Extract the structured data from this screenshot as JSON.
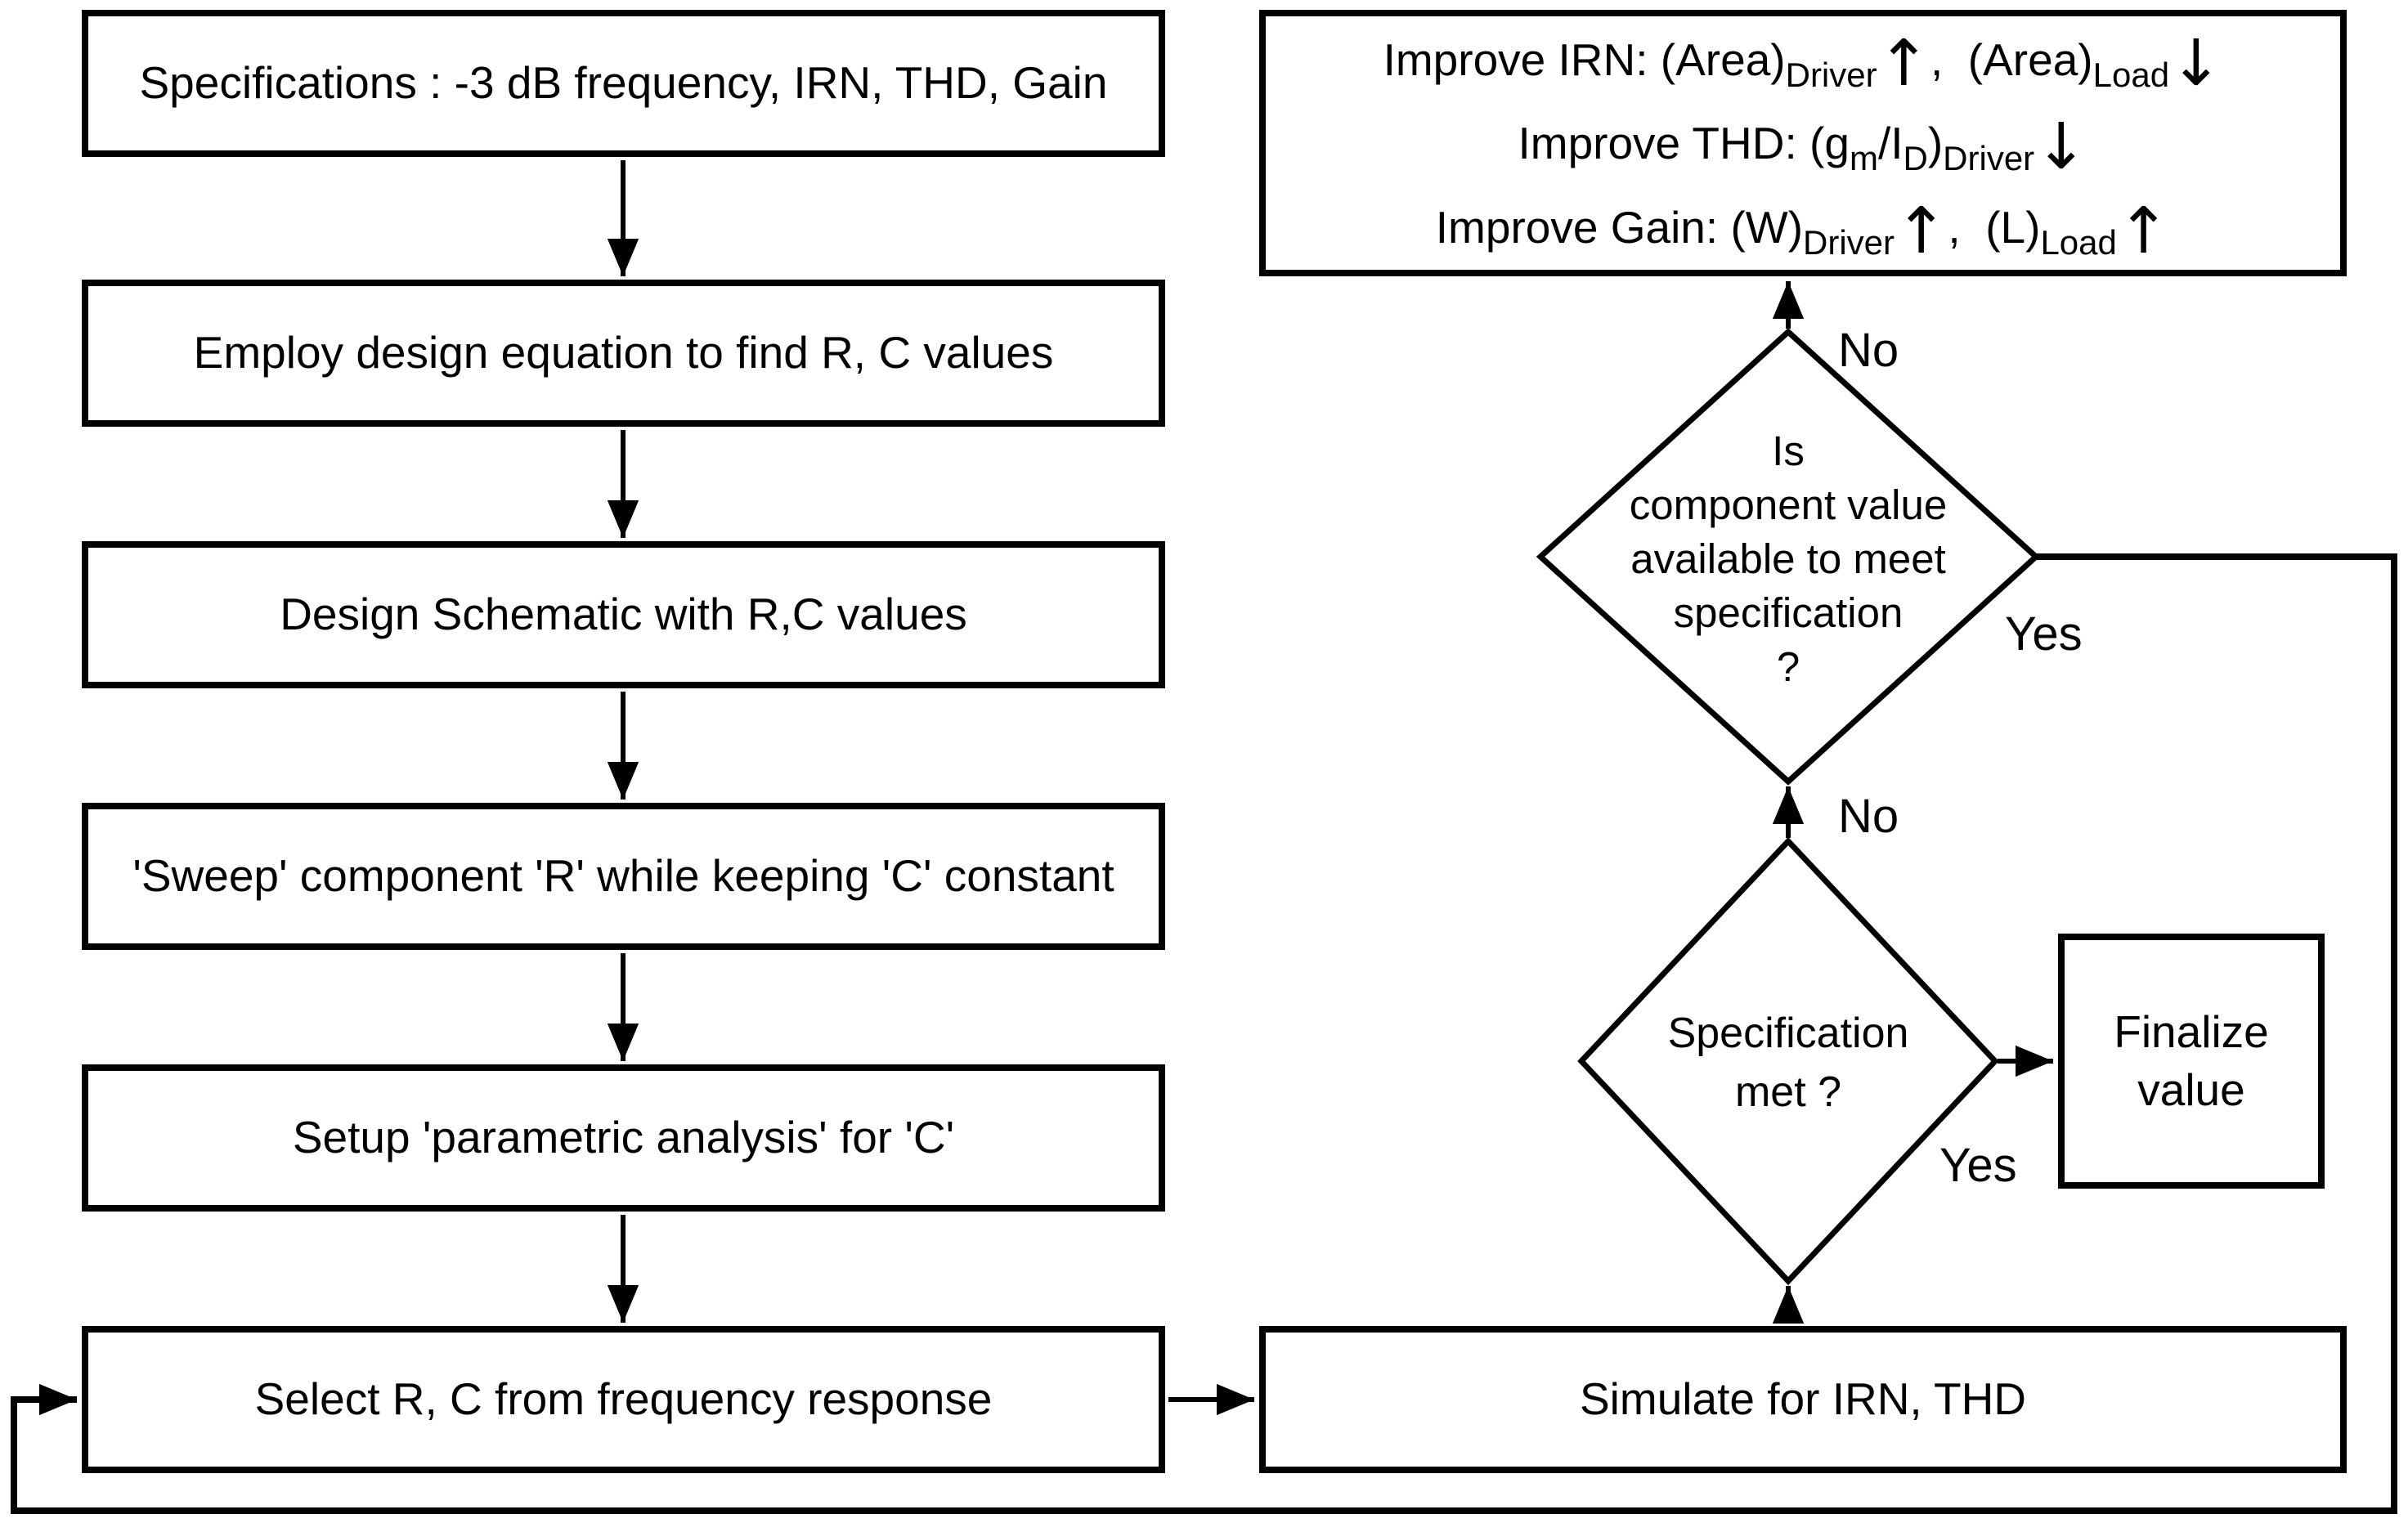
{
  "left_boxes": [
    "Specifications : -3 dB frequency, IRN, THD, Gain",
    "Employ design equation to find R, C values",
    "Design Schematic with R,C values",
    "'Sweep' component 'R' while keeping 'C' constant",
    "Setup 'parametric analysis' for 'C'",
    "Select R, C from frequency response"
  ],
  "improve_box": {
    "line1": {
      "t1": "Improve IRN: (Area)",
      "sub1": "Driver",
      "arr1": "↑",
      "t2": ",  (Area)",
      "sub2": "Load",
      "arr2": "↓"
    },
    "line2": {
      "t1": "Improve THD: (g",
      "sub1": "m",
      "t2": "/I",
      "sub2": "D",
      "t3": ")",
      "sub3": "Driver",
      "arr1": "↓"
    },
    "line3": {
      "t1": "Improve Gain: (W)",
      "sub1": "Driver",
      "arr1": "↑",
      "t2": ",  (L)",
      "sub2": "Load",
      "arr2": "↑"
    }
  },
  "decision_upper": {
    "lines": [
      "Is",
      "component value",
      "available to meet",
      "specification",
      "?"
    ],
    "no_label": "No",
    "yes_label": "Yes"
  },
  "decision_lower": {
    "line1": "Specification",
    "line2": "met ?",
    "no_label": "No",
    "yes_label": "Yes"
  },
  "finalize_box": {
    "line1": "Finalize",
    "line2": "value"
  },
  "simulate_box": {
    "label": "Simulate for IRN, THD"
  },
  "colors": {
    "ink": "#000000",
    "background": "#ffffff"
  }
}
